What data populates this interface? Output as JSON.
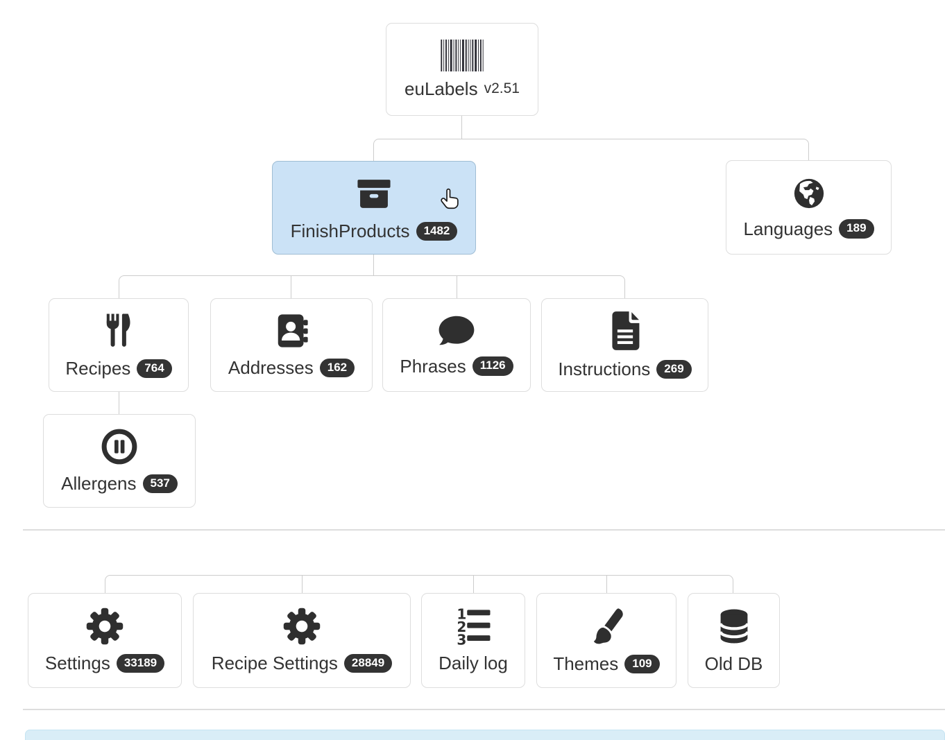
{
  "app": {
    "name": "euLabels",
    "version": "v2.51"
  },
  "tree": {
    "root": {
      "label": "euLabels",
      "version": "v2.51",
      "icon": "barcode-icon"
    },
    "finishProducts": {
      "label": "FinishProducts",
      "count": "1482",
      "icon": "archive-box-icon",
      "selected": true
    },
    "languages": {
      "label": "Languages",
      "count": "189",
      "icon": "globe-icon"
    },
    "recipes": {
      "label": "Recipes",
      "count": "764",
      "icon": "utensils-icon"
    },
    "addresses": {
      "label": "Addresses",
      "count": "162",
      "icon": "address-book-icon"
    },
    "phrases": {
      "label": "Phrases",
      "count": "1126",
      "icon": "speech-bubble-icon"
    },
    "instructions": {
      "label": "Instructions",
      "count": "269",
      "icon": "document-icon"
    },
    "allergens": {
      "label": "Allergens",
      "count": "537",
      "icon": "pause-circle-icon"
    },
    "settings": {
      "label": "Settings",
      "count": "33189",
      "icon": "gear-icon"
    },
    "recipeSettings": {
      "label": "Recipe Settings",
      "count": "28849",
      "icon": "gear-icon"
    },
    "dailyLog": {
      "label": "Daily log",
      "icon": "numbered-list-icon"
    },
    "themes": {
      "label": "Themes",
      "count": "109",
      "icon": "paint-brush-icon"
    },
    "oldDb": {
      "label": "Old DB",
      "icon": "database-icon"
    }
  },
  "colors": {
    "selected_node_bg": "#cbe2f6",
    "badge_bg": "#333333",
    "connector_line": "#cccccc",
    "icon": "#2f2f2f",
    "alert_bg": "#d9edf7"
  }
}
